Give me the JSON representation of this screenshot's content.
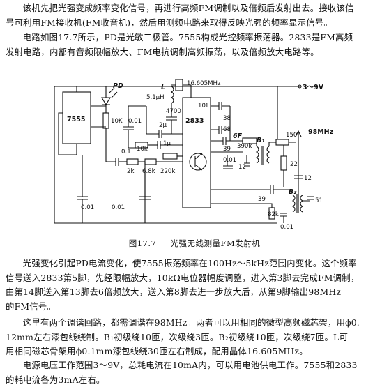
{
  "paragraphs": {
    "p1": [
      "该机先把光强变成频率变化信号，再进行高频FM调制以及倍频后发射出去。接收该信",
      "号可利用FM接收机(FM收音机)，然后用测频电路来取得反映光强的频率显示信号。"
    ],
    "p2": [
      "电路如图17.7所示，PD是光敏二极管。7555构成光控频率振荡器。2833是FM高频",
      "发射电路，内部有音频限幅放大、FM电抗调制高频振荡，以及倍频放大电路等。"
    ],
    "p3": [
      "光强变化引起PD电流变化，使7555振荡频率在100Hz～5kHz范围内变化。这个频率",
      "信号送入2833第5脚，先经限幅放大，10kΩ电位器幅度调整，进入第3脚去完成FM调制，",
      "由第14脚送入第13脚去6倍频放大，送入第8脚去进一步放大后，从第9脚输出98MHz",
      "的FM信号。"
    ],
    "p4": [
      "这里有两个调谐回路，都需调谐在98MHz。两者可以用相同的微型高频磁芯架，用ϕ0.",
      "12mm左右漆包线绕制。B₁初级绕10匝，次级绕3匝。B₂初级绕10匝，次级绕7匝。L可",
      "用相同磁芯骨架用ϕ0.1mm漆包线绕30匝左右制成，配用晶体16.605MHz。"
    ],
    "p5": [
      "电源电压工作范围3～9V，总耗电流在10mA内，可以用电池供电工作。7555和2833",
      "的耗电流各为3mA左右。"
    ]
  },
  "caption": {
    "number": "图17.7",
    "title": "光强无线测量FM发射机"
  },
  "figure_labels": {
    "pd": "PD",
    "ic1": "7555",
    "ic2": "2833",
    "r_10k_a": "10K",
    "c_001_a": "0.01",
    "c_01": "0.1",
    "r_2k": "2k",
    "c_001_b": "0.01",
    "c_2u": "2μ",
    "r_10k_b": "10k",
    "c_1u": "1μ",
    "r_68k": "6.8k",
    "r_220k": "220k",
    "c_4700": "4700",
    "l_label": "L",
    "l_value": "5.1μH",
    "xtal": "16.605MHz",
    "pin10": "10",
    "pin1": "1",
    "c_38": "38",
    "c_68": "68",
    "c_6f": "6F",
    "c_39a": "39",
    "r_390k": "390k",
    "c_001_c": "0.01",
    "c_12a": "12",
    "b1": "B₁",
    "r_150": "150",
    "supply": "3～9V",
    "antenna": "98MHz",
    "r_22": "22",
    "c_12b": "12",
    "b2": "B₂",
    "c_51": "51",
    "c_39b": "39",
    "r_82k": "82k",
    "c_001_d": "0.01",
    "c_001_e": "0.01"
  }
}
